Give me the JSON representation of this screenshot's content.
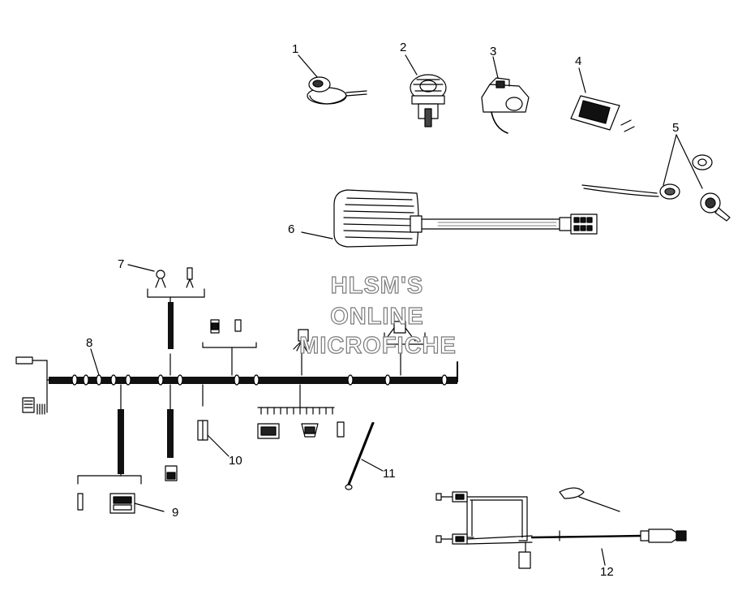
{
  "callouts": [
    "1",
    "2",
    "3",
    "4",
    "5",
    "6",
    "7",
    "8",
    "9",
    "10",
    "11",
    "12"
  ],
  "watermark": {
    "line1": "HLSM'S",
    "line2": "ONLINE",
    "line3": "MICROFICHE"
  },
  "colors": {
    "ink": "#000000",
    "paper": "#ffffff",
    "watermark_outline": "#7a7a7a"
  }
}
